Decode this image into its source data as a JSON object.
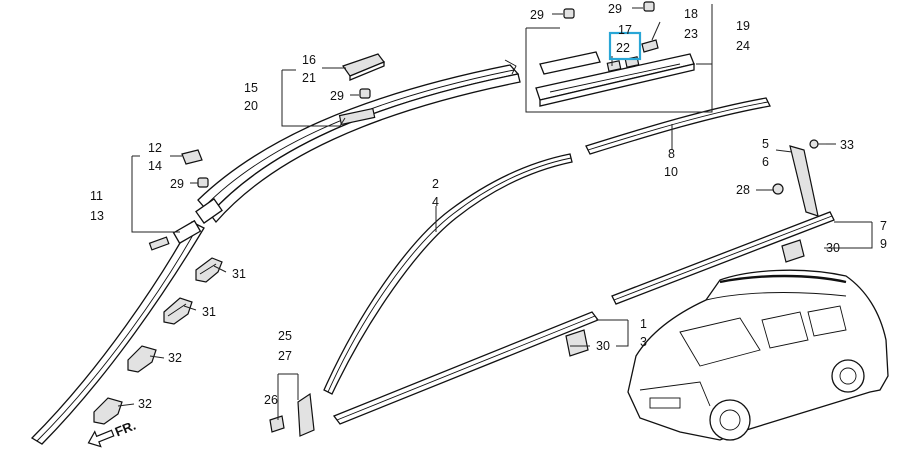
{
  "labels": {
    "p29a": "29",
    "p29b": "29",
    "p18": "18",
    "p19": "19",
    "p17": "17",
    "p22": "22",
    "p23": "23",
    "p24": "24",
    "p16": "16",
    "p21": "21",
    "p15": "15",
    "p20": "20",
    "p29c": "29",
    "p12": "12",
    "p14": "14",
    "p29d": "29",
    "p11": "11",
    "p13": "13",
    "p31a": "31",
    "p31b": "31",
    "p32a": "32",
    "p32b": "32",
    "p2": "2",
    "p4": "4",
    "p8": "8",
    "p10": "10",
    "p5": "5",
    "p6": "6",
    "p33": "33",
    "p28": "28",
    "p7": "7",
    "p9": "9",
    "p30a": "30",
    "p1": "1",
    "p3": "3",
    "p30b": "30",
    "p25": "25",
    "p27": "27",
    "p26": "26"
  },
  "arrow": {
    "text": "FR."
  },
  "highlight": {
    "part": "22",
    "color": "#29a6d6"
  }
}
